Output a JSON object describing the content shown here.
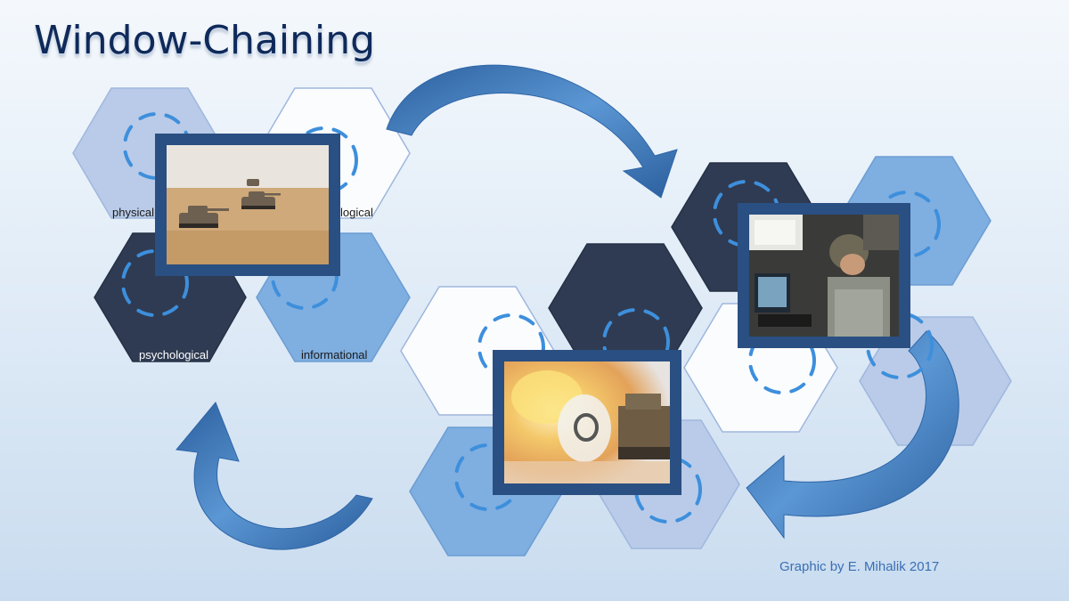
{
  "title": "Window-Chaining",
  "credit": "Graphic by E. Mihalik 2017",
  "labels": {
    "physical": "physical",
    "logical": "logical",
    "psychological": "psychological",
    "informational": "informational"
  },
  "images": {
    "tanks": "desert-tanks-photo",
    "explosion": "explosion-tank-photo",
    "soldier": "soldier-computer-photo"
  },
  "colors": {
    "title": "#0f2a5a",
    "accent": "#3a6fb5",
    "frame": "#2a4f82",
    "hex_dark": "#2f3b52",
    "hex_mid": "#7faee0",
    "hex_light": "#b9cbe8",
    "hex_white": "#fbfcfe",
    "arrow": "#4a86c6"
  }
}
